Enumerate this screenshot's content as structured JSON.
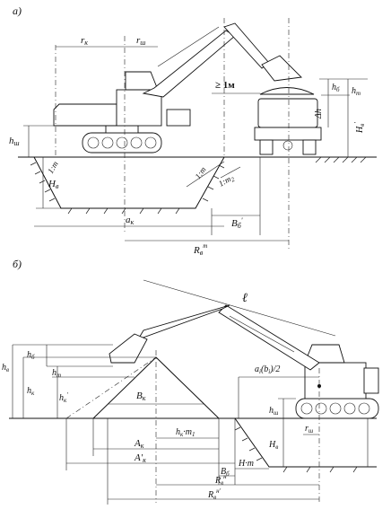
{
  "panel_a": {
    "label": "а)",
    "r_k": "r",
    "r_k_sub": "к",
    "r_sh": "r",
    "r_sh_sub": "ш",
    "min_gap": "≥ 1м",
    "h_sh": "h",
    "h_sh_sub": "ш",
    "h_v": "H",
    "h_v_sub": "в",
    "h_b": "h",
    "h_b_sub": "б",
    "h_t": "h",
    "h_t_sub": "т",
    "delta_h": "Δh",
    "h_v_prime": "H",
    "h_v_prime_sub": "в",
    "h_v_prime_sup": "'",
    "slope1": "1:m",
    "slope2": "1:m",
    "slope2_sub": "2",
    "a_k": "a",
    "a_k_sub": "к",
    "r_v": "R",
    "r_v_sub": "в",
    "r_v_sup": "т",
    "b_b": "B",
    "b_b_sub": "б",
    "b_b_sup": "'",
    "slope_right": "1:m"
  },
  "panel_b": {
    "label": "б)",
    "boom_l": "ℓ",
    "h_v": "h",
    "h_v_sub": "в",
    "h_b": "h",
    "h_b_sub": "б",
    "h_k": "h",
    "h_k_sub": "к",
    "h_t": "h",
    "h_t_sub": "т",
    "h_k_prime": "h",
    "h_k_prime_sub": "к",
    "h_k_prime_sup": "'",
    "h_sh": "h",
    "h_sh_sub": "ш",
    "h_pit": "H",
    "h_pit_sub": "в",
    "b_k": "B",
    "b_k_sub": "к",
    "hk_m1": "h",
    "hk_m1_sub": "к",
    "hk_m1_rest": "·m",
    "hk_m1_rest_sub": "1",
    "a_k": "A",
    "a_k_sub": "к",
    "a_k_prime": "A'",
    "a_k_prime_sub": "к",
    "b_b": "B",
    "b_b_sub": "б",
    "h_m": "H·m",
    "r_v_n": "R",
    "r_v_n_sub": "в",
    "r_v_n_sup": "н",
    "r_v_n2": "R",
    "r_v_n2_sub": "в",
    "r_v_n2_sup": "н'",
    "a_i": "a",
    "a_i_sub": "i",
    "a_i_rest": "(b",
    "a_i_rest_sub": "i",
    "a_i_tail": ")/2",
    "r_sh": "r",
    "r_sh_sub": "ш"
  }
}
